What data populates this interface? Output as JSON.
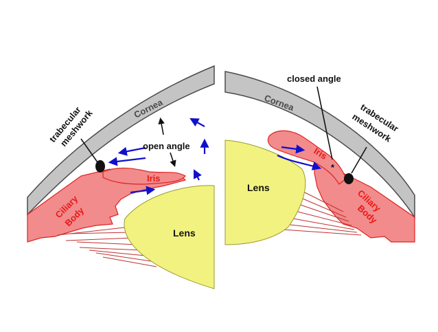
{
  "colors": {
    "cornea": "#c4c4c4",
    "outline": "#4a4a4a",
    "tissue": "#f28b8b",
    "tissue_edge": "#e02020",
    "lens": "#f2f280",
    "lens_edge": "#9a9a2a",
    "arrow": "#1010cc",
    "label_red": "#e81818",
    "label_dark": "#111111",
    "mesh": "#111111",
    "fiber": "#c03030"
  },
  "left_panel": {
    "cornea_label": "Cornea",
    "trabecular_label_line1": "trabecular",
    "trabecular_label_line2": "meshwork",
    "angle_label": "open angle",
    "iris_label": "Iris",
    "ciliary_label_line1": "Ciliary",
    "ciliary_label_line2": "Body",
    "lens_label": "Lens"
  },
  "right_panel": {
    "cornea_label": "Cornea",
    "angle_label": "closed angle",
    "trabecular_label_line1": "trabecular",
    "trabecular_label_line2": "meshwork",
    "iris_label": "Iris",
    "asterisk": "*",
    "ciliary_label_line1": "Ciliary",
    "ciliary_label_line2": "Body",
    "lens_label": "Lens"
  }
}
